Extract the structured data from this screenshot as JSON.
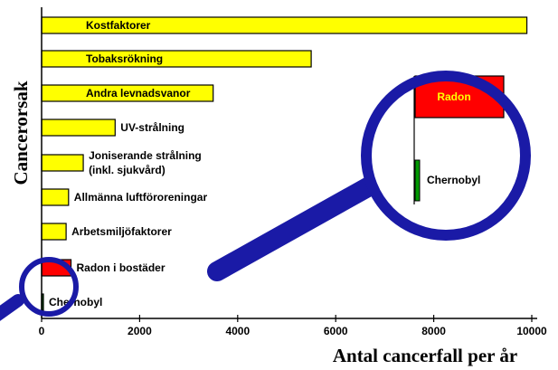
{
  "chart_data": {
    "type": "bar",
    "orientation": "horizontal",
    "xlabel": "Antal cancerfall per år",
    "ylabel": "Cancerorsak",
    "xlim": [
      0,
      10000
    ],
    "xticks": [
      "0",
      "2000",
      "4000",
      "6000",
      "8000",
      "10000"
    ],
    "grid": false,
    "categories": [
      {
        "lines": [
          "Kostfaktorer"
        ],
        "value": 9900,
        "color": "#ffff00",
        "label_inside": true
      },
      {
        "lines": [
          "Tobaksrökning"
        ],
        "value": 5500,
        "color": "#ffff00",
        "label_inside": true
      },
      {
        "lines": [
          "Andra levnadsvanor"
        ],
        "value": 3500,
        "color": "#ffff00",
        "label_inside": true
      },
      {
        "lines": [
          "UV-strålning"
        ],
        "value": 1500,
        "color": "#ffff00",
        "label_inside": false
      },
      {
        "lines": [
          "Joniserande strålning",
          "(inkl. sjukvård)"
        ],
        "value": 850,
        "color": "#ffff00",
        "label_inside": false
      },
      {
        "lines": [
          "Allmänna luftföroreningar"
        ],
        "value": 550,
        "color": "#ffff00",
        "label_inside": false
      },
      {
        "lines": [
          "Arbetsmiljöfaktorer"
        ],
        "value": 500,
        "color": "#ffff00",
        "label_inside": false
      },
      {
        "lines": [
          "Radon i bostäder"
        ],
        "value": 600,
        "color": "#ff0000",
        "label_inside": false
      },
      {
        "lines": [
          "Chernobyl"
        ],
        "value": 30,
        "color": "#006600",
        "label_inside": false
      }
    ],
    "magnifier": {
      "items": [
        {
          "label": "Radon",
          "color": "#ff0000",
          "text_color": "#ffff00"
        },
        {
          "label": "Chernobyl",
          "color": "#009900",
          "text_color": "#000000"
        }
      ]
    }
  }
}
